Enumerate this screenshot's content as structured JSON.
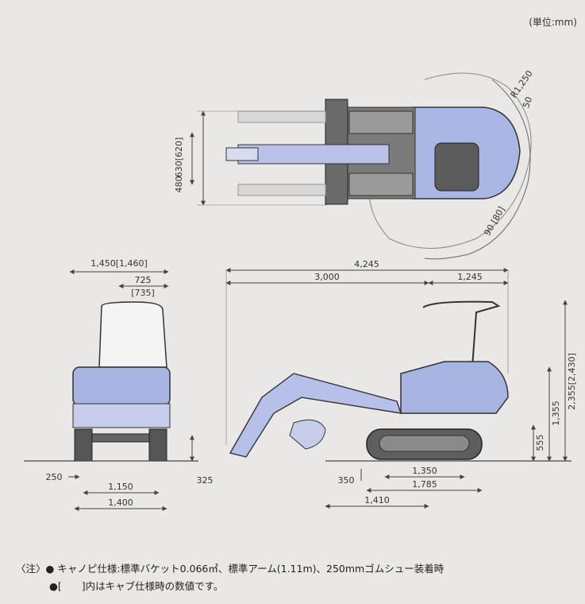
{
  "unit_label": "(単位:mm)",
  "top_view": {
    "radius_label": "R1,250",
    "radius_offset": "50",
    "width_label": "630[620]",
    "track_label": "480",
    "swing_label": "90 [80]"
  },
  "front_view": {
    "overall_width": "1,450[1,460]",
    "half_width": "725",
    "half_width_cab": "[735]",
    "ground_clearance": "325",
    "blade_offset": "250",
    "track_gauge": "1,150",
    "track_width": "1,400"
  },
  "side_view": {
    "overall_length": "4,245",
    "front_length": "3,000",
    "rear_length": "1,245",
    "overall_height": "2,355[2,430]",
    "body_height": "1,355",
    "track_height": "555",
    "blade_height": "350",
    "tumbler_distance": "1,350",
    "crawler_length": "1,785",
    "blade_distance": "1,410"
  },
  "notes": {
    "line1": "〈注〉● キャノピ仕様:標準バケット0.066㎥、標準アーム(1.11m)、250mmゴムシュー装着時",
    "line2": "●[　　]内はキャブ仕様時の数値です。"
  }
}
